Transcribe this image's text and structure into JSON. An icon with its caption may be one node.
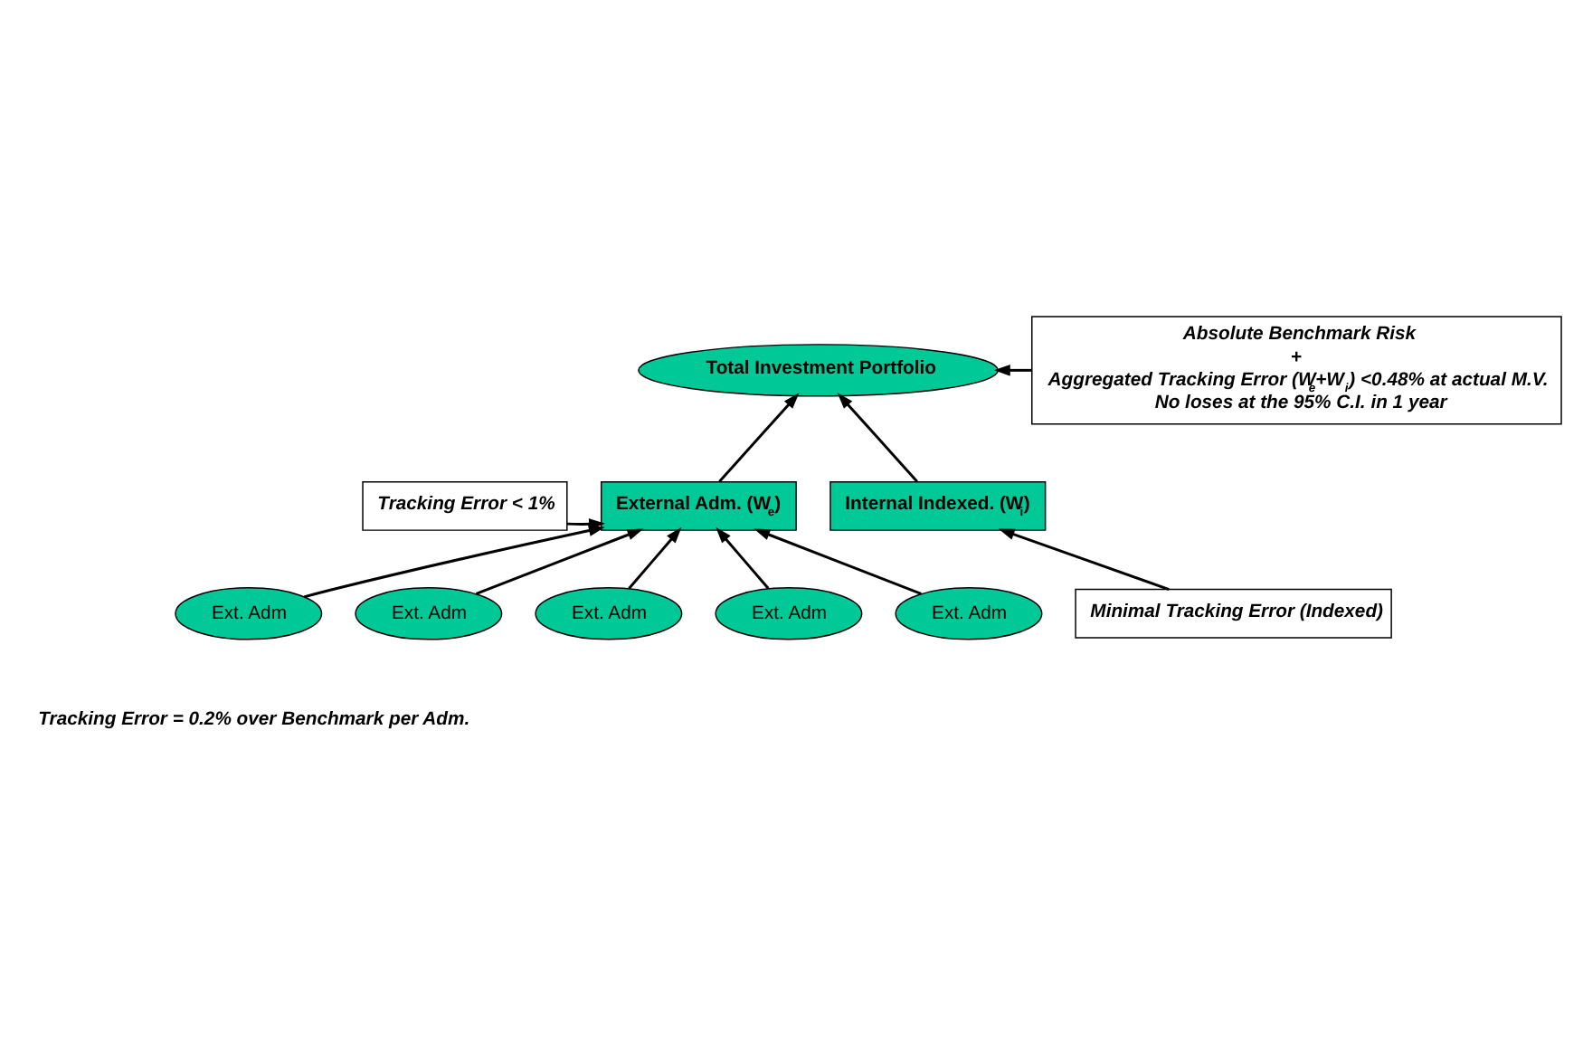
{
  "diagram": {
    "nodes": [
      {
        "text": [
          "Total Investment Portfolio"
        ]
      },
      {
        "text": [
          "Absolute Benchmark Risk",
          "+",
          "Aggregated Tracking Error (W$_{e}$+W$_{i}$) <0.48% at actual M.V.",
          "No loses at the 95% C.I. in 1 year"
        ]
      },
      {
        "text": [
          "Tracking Error < 1%"
        ]
      },
      {
        "text": [
          "External Adm. (W$_{e}$)"
        ]
      },
      {
        "text": [
          "Internal Indexed. (W$_{i}$)"
        ]
      },
      {
        "text": [
          "Minimal Tracking Error (Indexed)"
        ]
      },
      {
        "text": [
          "Ext. Adm"
        ]
      },
      {
        "text": [
          "Ext. Adm"
        ]
      },
      {
        "text": [
          "Ext. Adm"
        ]
      },
      {
        "text": [
          "Ext. Adm"
        ]
      },
      {
        "text": [
          "Ext. Adm"
        ]
      }
    ],
    "edges": [
      {
        "from": 1,
        "to": 0,
        "arrow": "to"
      },
      {
        "from": 3,
        "to": 0,
        "arrow": "to"
      },
      {
        "from": 4,
        "to": 0,
        "arrow": "to"
      },
      {
        "from": 2,
        "to": 3,
        "arrow": "to"
      },
      {
        "from": 5,
        "to": 4,
        "arrow": "to"
      },
      {
        "from": 6,
        "to": 3,
        "arrow": "to"
      },
      {
        "from": 7,
        "to": 3,
        "arrow": "to"
      },
      {
        "from": 8,
        "to": 3,
        "arrow": "to"
      },
      {
        "from": 9,
        "to": 3,
        "arrow": "to"
      },
      {
        "from": 10,
        "to": 3,
        "arrow": "to"
      }
    ],
    "labels": [
      "Tracking Error = 0.2% over Benchmark per Adm."
    ]
  }
}
